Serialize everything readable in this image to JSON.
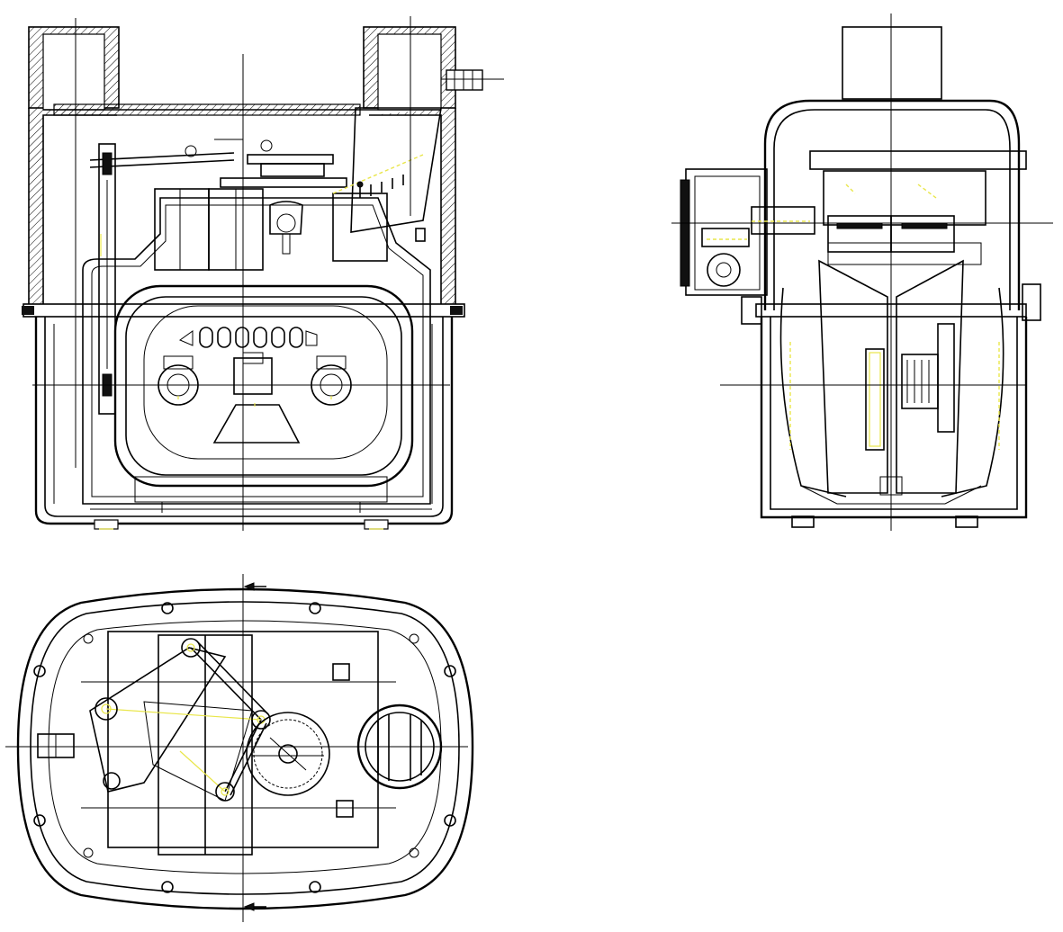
{
  "drawing": {
    "views": [
      {
        "id": "front-section-view"
      },
      {
        "id": "side-section-view"
      },
      {
        "id": "top-plan-view"
      }
    ]
  },
  "colors": {
    "background": "#ffffff",
    "line": "#000000",
    "hidden_line": "#e9e64a"
  }
}
